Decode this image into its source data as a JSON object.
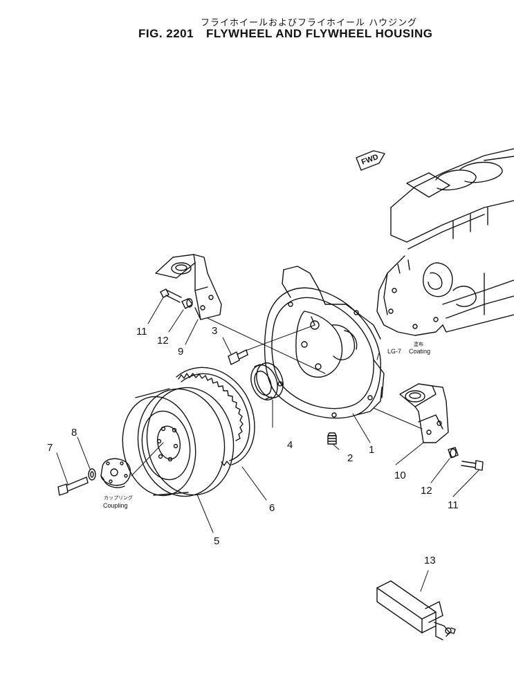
{
  "header": {
    "title_jp": "フライホイールおよびフライホイール ハウジング",
    "fig_number": "FIG. 2201",
    "title": "FLYWHEEL AND FLYWHEEL HOUSING"
  },
  "direction_tag": "FWD",
  "annotations": {
    "coating_code": "LG-7",
    "coating_jp": "塗布",
    "coating_label": "Coating",
    "coupling_jp": "カップリング",
    "coupling_label": "Coupling"
  },
  "callouts": {
    "c1": "1",
    "c2": "2",
    "c3": "3",
    "c4": "4",
    "c5": "5",
    "c6": "6",
    "c7": "7",
    "c8": "8",
    "c9": "9",
    "c10": "10",
    "c11a": "11",
    "c11b": "11",
    "c12a": "12",
    "c12b": "12",
    "c13": "13"
  },
  "colors": {
    "ink": "#111111",
    "paper": "#ffffff"
  }
}
